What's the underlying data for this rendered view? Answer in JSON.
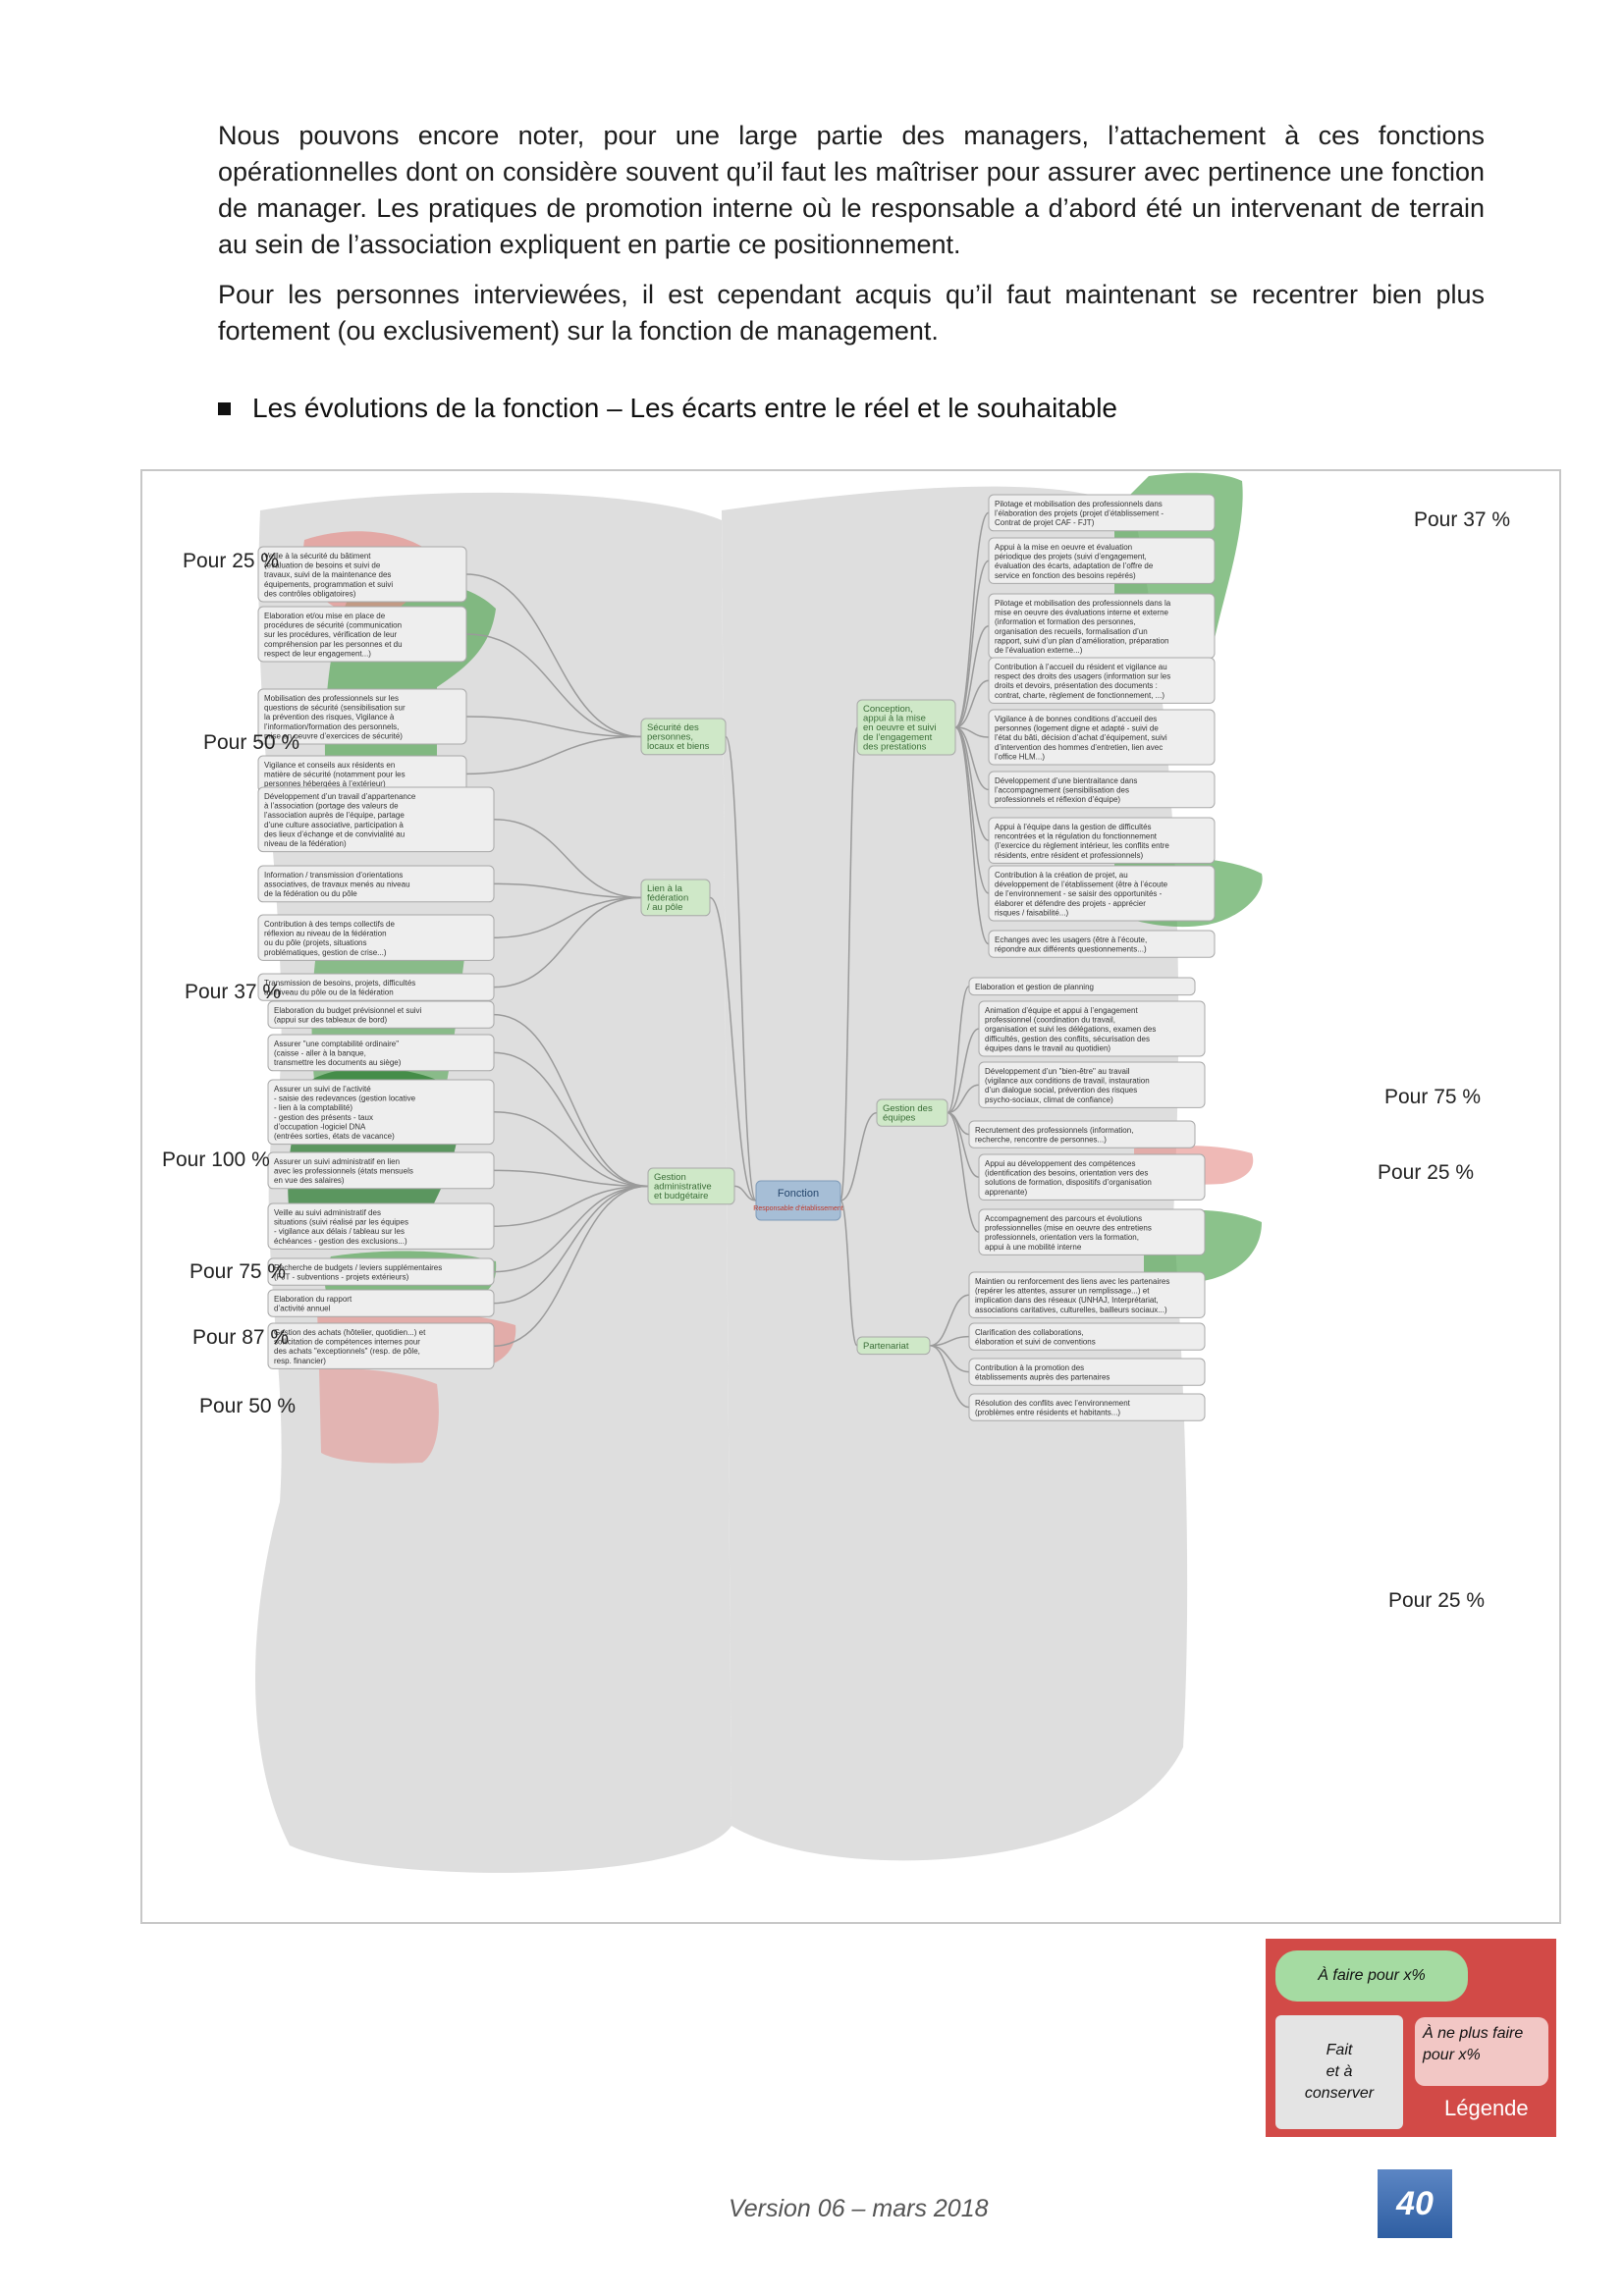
{
  "paragraphs": [
    "Nous pouvons encore noter, pour une large partie des managers, l’attachement à ces fonctions opérationnelles dont on considère souvent qu’il faut les maîtriser pour assurer avec pertinence une fonction de manager. Les pratiques de promotion interne où le responsable a d’abord été un intervenant de terrain au sein de l’association expliquent en partie ce positionnement.",
    "Pour les personnes interviewées, il est cependant acquis qu’il faut maintenant se recentrer bien plus fortement (ou exclusivement) sur la fonction de management."
  ],
  "heading": "Les évolutions de la fonction – Les écarts entre le réel et le souhaitable",
  "percent_labels": {
    "p1": "Pour 25 %",
    "p2": "Pour 50 %",
    "p3": "Pour 37 %",
    "p4": "Pour 100 %",
    "p5": "Pour 75 %",
    "p6": "Pour 87 %",
    "p7": "Pour 50 %",
    "p8": "Pour 37 %",
    "p9": "Pour 75 %",
    "p10": "Pour 25 %",
    "p11": "Pour 25 %"
  },
  "mindmap": {
    "center": {
      "title": "Fonction",
      "subtitle": "Responsable d’établissement"
    },
    "branches": {
      "securite": {
        "label": [
          "Sécurité des",
          "personnes,",
          "locaux et biens"
        ],
        "items": [
          [
            "Veille à la sécurité du bâtiment",
            "(évaluation de besoins et suivi de",
            "travaux, suivi de la maintenance des",
            "équipements, programmation et suivi",
            "des contrôles obligatoires)"
          ],
          [
            "Elaboration et/ou mise en place de",
            "procédures de sécurité (communication",
            "sur les procédures, vérification de leur",
            "compréhension par les personnes et du",
            "respect de leur engagement...)"
          ],
          [
            "Mobilisation des professionnels sur les",
            "questions de sécurité (sensibilisation sur",
            "la prévention des risques, Vigilance à",
            "l’information/formation des personnels,",
            "mise en oeuvre d’exercices de sécurité)"
          ],
          [
            "Vigilance et conseils aux résidents en",
            "matière de sécurité (notamment pour les",
            "personnes hébergées à l’extérieur)"
          ]
        ]
      },
      "federation": {
        "label": [
          "Lien à la",
          "fédération",
          "/ au pôle"
        ],
        "items": [
          [
            "Développement d’un travail d’appartenance",
            "à l’association (portage des valeurs de",
            "l’association auprès de l’équipe, partage",
            "d’une culture associative, participation à",
            "des lieux d’échange et de convivialité au",
            "niveau de la fédération)"
          ],
          [
            "Information / transmission d’orientations",
            "associatives, de travaux menés au niveau",
            "de la fédération ou du pôle"
          ],
          [
            "Contribution à des temps collectifs de",
            "réflexion au niveau de la fédération",
            "ou du pôle (projets, situations",
            "problématiques, gestion de crise...)"
          ],
          [
            "Transmission de besoins, projets, difficultés",
            "au niveau du pôle ou de la fédération"
          ]
        ]
      },
      "gestion": {
        "label": [
          "Gestion",
          "administrative",
          "et budgétaire"
        ],
        "items": [
          [
            "Elaboration du budget prévisionnel et suivi",
            "(appui sur des tableaux de bord)"
          ],
          [
            "Assurer \"une comptabilité ordinaire\"",
            "(caisse - aller à la banque,",
            "transmettre les documents au siège)"
          ],
          [
            "Assurer un suivi de l’activité",
            "- saisie des redevances (gestion locative",
            "- lien à la comptabilité)",
            "- gestion des présents - taux",
            "d’occupation -logiciel DNA",
            "(entrées sorties, états de vacance)"
          ],
          [
            "Assurer un suivi administratif en lien",
            "avec les professionnels (états mensuels",
            "en vue des salaires)"
          ],
          [
            "Veille au suivi administratif des",
            "situations (suivi réalisé par les équipes",
            "- vigilance aux délais / tableau sur les",
            "échéances - gestion des exclusions...)"
          ],
          [
            "Recherche de budgets / leviers supplémentaires",
            "(FJT - subventions - projets extérieurs)"
          ],
          [
            "Elaboration du rapport",
            "d’activité annuel"
          ],
          [
            "Gestion des achats (hôtelier, quotidien...) et",
            "sollicitation de compétences internes pour",
            "des achats \"exceptionnels\" (resp. de pôle,",
            "resp. financier)"
          ]
        ]
      },
      "conception": {
        "label": [
          "Conception,",
          "appui à la mise",
          "en oeuvre et suivi",
          "de l’engagement",
          "des prestations"
        ],
        "items": [
          [
            "Pilotage et mobilisation des professionnels dans",
            "l’élaboration des projets (projet d’établissement -",
            "Contrat de projet CAF - FJT)"
          ],
          [
            "Appui à la mise en oeuvre et évaluation",
            "périodique des projets (suivi d’engagement,",
            "évaluation des écarts, adaptation de l’offre de",
            "service en fonction des besoins repérés)"
          ],
          [
            "Pilotage et mobilisation des professionnels dans la",
            "mise en oeuvre des évaluations interne et externe",
            "(information et formation des personnes,",
            "organisation des recueils, formalisation d’un",
            "rapport, suivi d’un plan d’amélioration, préparation",
            "de l’évaluation externe...)"
          ],
          [
            "Contribution à l’accueil du résident et vigilance au",
            "respect des droits des usagers (information sur les",
            "droits et devoirs, présentation des documents :",
            "contrat, charte, règlement de fonctionnement, ...)"
          ],
          [
            "Vigilance à de bonnes conditions d’accueil des",
            "personnes (logement digne et adapté - suivi de",
            "l’état du bâti, décision d’achat d’équipement, suivi",
            "d’intervention des hommes d’entretien, lien avec",
            "l’office HLM...)"
          ],
          [
            "Développement d’une bientraitance dans",
            "l’accompagnement (sensibilisation des",
            "professionnels et réflexion d’équipe)"
          ],
          [
            "Appui à l’équipe dans la gestion de difficultés",
            "rencontrées et la régulation du fonctionnement",
            "(l’exercice du règlement intérieur, les conflits entre",
            "résidents, entre résident et professionnels)"
          ],
          [
            "Contribution à la création de projet, au",
            "développement de l’établissement (être à l’écoute",
            "de l’environnement - se saisir des opportunités -",
            "élaborer et défendre des projets - apprécier",
            "risques / faisabilité...)"
          ],
          [
            "Echanges avec les usagers (être à l’écoute,",
            "répondre aux différents questionnements...)"
          ]
        ]
      },
      "equipes": {
        "label": [
          "Gestion des",
          "équipes"
        ],
        "items": [
          [
            "Elaboration et gestion de planning"
          ],
          [
            "Animation d’équipe et appui à l’engagement",
            "professionnel (coordination du travail,",
            "organisation et suivi les délégations, examen des",
            "difficultés, gestion des conflits, sécurisation des",
            "équipes dans le travail au quotidien)"
          ],
          [
            "Développement d’un \"bien-être\" au travail",
            "(vigilance aux conditions de travail, instauration",
            "d’un dialogue social, prévention des risques",
            "psycho-sociaux, climat de confiance)"
          ],
          [
            "Recrutement des professionnels (information,",
            "recherche, rencontre de personnes...)"
          ],
          [
            "Appui au développement des compétences",
            "(identification des besoins, orientation vers des",
            "solutions de formation, dispositifs d’organisation",
            "apprenante)"
          ],
          [
            "Accompagnement des parcours et évolutions",
            "professionnelles (mise en oeuvre des entretiens",
            "professionnels, orientation vers la formation,",
            "appui à une mobilité interne"
          ]
        ]
      },
      "partenariat": {
        "label": [
          "Partenariat"
        ],
        "items": [
          [
            "Maintien ou renforcement des liens avec les partenaires",
            "(repérer les attentes, assurer un remplissage...) et",
            "implication dans des réseaux (UNHAJ, Interprétariat,",
            "associations caritatives, culturelles, bailleurs sociaux...)"
          ],
          [
            "Clarification des collaborations,",
            "élaboration et suivi de conventions"
          ],
          [
            "Contribution à la promotion des",
            "établissements auprès des partenaires"
          ],
          [
            "Résolution des conflits avec l’environnement",
            "(problèmes entre résidents et habitants...)"
          ]
        ]
      }
    }
  },
  "legend": {
    "green": "À faire pour x%",
    "grey": [
      "Fait",
      "et à",
      "conserver"
    ],
    "pink": [
      "À ne plus faire",
      "pour x%"
    ],
    "title": "Légende"
  },
  "footer": {
    "version": "Version 06 – mars 2018",
    "page": "40"
  },
  "colors": {
    "green_highlight": "#5aa85a",
    "pink_highlight": "#e58a86",
    "grey_blob": "#dcdcdc",
    "legend_bg": "#d24a47",
    "page_box": "#3a6aae"
  }
}
